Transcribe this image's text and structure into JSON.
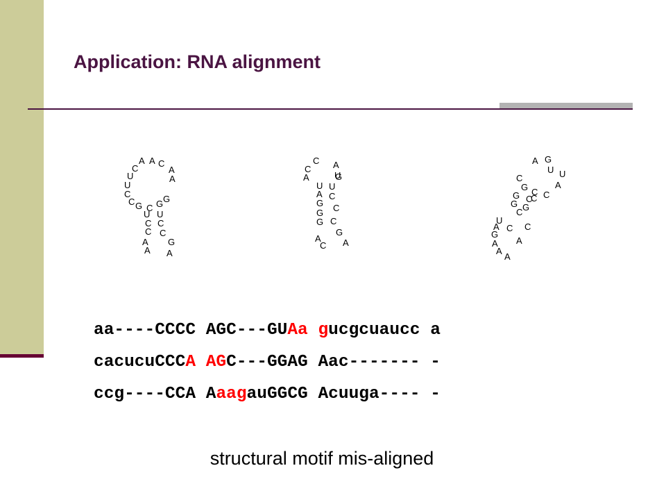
{
  "slide": {
    "title": "Application: RNA alignment",
    "caption": "structural motif mis-aligned"
  },
  "structures": [
    {
      "letters": [
        "A",
        "A",
        "C",
        "C",
        "U",
        "A",
        "U",
        "A",
        "C",
        "G",
        "C",
        "G",
        "G",
        "C",
        "U",
        "U",
        "C",
        "C",
        "C",
        "C",
        "A",
        "G",
        "A",
        "A"
      ]
    },
    {
      "letters": [
        "C",
        "A",
        "C",
        "U",
        "A",
        "G",
        "U",
        "U",
        "A",
        "C",
        "G",
        "C",
        "G",
        "C",
        "G",
        "G",
        "A",
        "A",
        "C"
      ]
    },
    {
      "letters": [
        "A",
        "G",
        "U",
        "U",
        "C",
        "A",
        "G",
        "C",
        "G",
        "C",
        "G",
        "C",
        "C",
        "G",
        "U",
        "A",
        "G",
        "A",
        "A",
        "A",
        "A",
        "C",
        "C",
        "C"
      ]
    }
  ],
  "alignment": [
    [
      {
        "t": "aa----CCCC AGC---GU",
        "c": "k"
      },
      {
        "t": "Aa ",
        "c": "r"
      },
      {
        "t": "g",
        "c": "r"
      },
      {
        "t": "ucgcuaucc a",
        "c": "k"
      }
    ],
    [
      {
        "t": "cacucuCCC",
        "c": "k"
      },
      {
        "t": "A AG",
        "c": "r"
      },
      {
        "t": "C---GGAG Aac------- -",
        "c": "k"
      }
    ],
    [
      {
        "t": "ccg----CCA A",
        "c": "k"
      },
      {
        "t": "aag",
        "c": "r"
      },
      {
        "t": "auGGCG Acuuga---- -",
        "c": "k"
      }
    ]
  ]
}
